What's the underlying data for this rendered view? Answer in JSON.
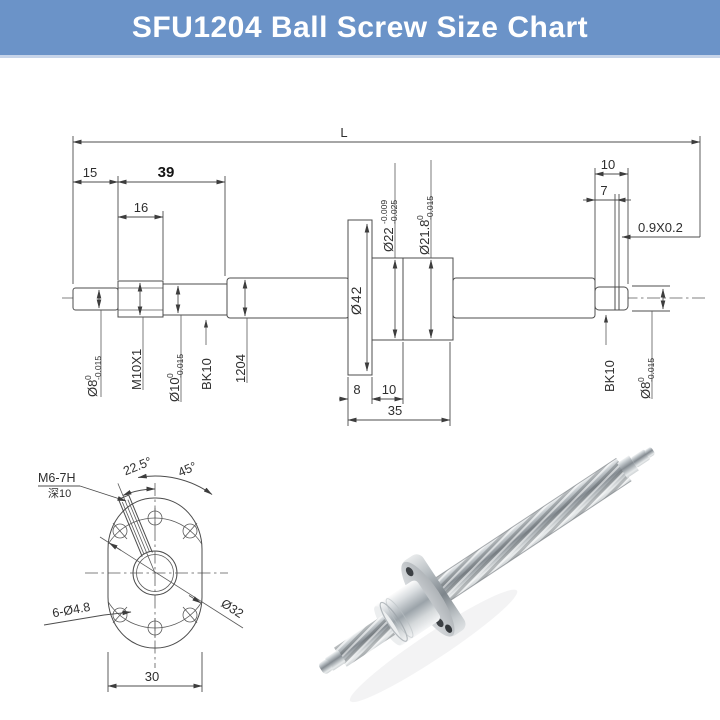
{
  "title": "SFU1204 Ball Screw Size Chart",
  "colors": {
    "titlebar_bg": "#6b93c8",
    "titlebar_fg": "#ffffff",
    "line": "#4c4c4c"
  },
  "dims": {
    "overall": "L",
    "len15": "15",
    "len39": "39",
    "len16": "16",
    "len10": "10",
    "len7": "7",
    "groove": "0.9X0.2",
    "w8": "8",
    "w10": "10",
    "w35": "35"
  },
  "labels": {
    "d8l": "Ø8",
    "d8l_t": "0",
    "d8l_b": "-0.015",
    "m10": "M10X1",
    "d10": "Ø10",
    "d10_t": "0",
    "d10_b": "-0.015",
    "bk10l": "BK10",
    "screw": "1204",
    "d42": "Ø42",
    "d22": "Ø22",
    "d22_t": "-0.009",
    "d22_b": "-0.025",
    "d218": "Ø21.8",
    "d218_t": "0",
    "d218_b": "-0.015",
    "bk10r": "BK10",
    "d8r": "Ø8",
    "d8r_t": "0",
    "d8r_b": "-0.015"
  },
  "flange": {
    "thread": "M6-7H",
    "depth": "深10",
    "angle_small": "22.5°",
    "angle_large": "45°",
    "holes": "6-Ø4.8",
    "bcd": "Ø32",
    "w30": "30"
  }
}
